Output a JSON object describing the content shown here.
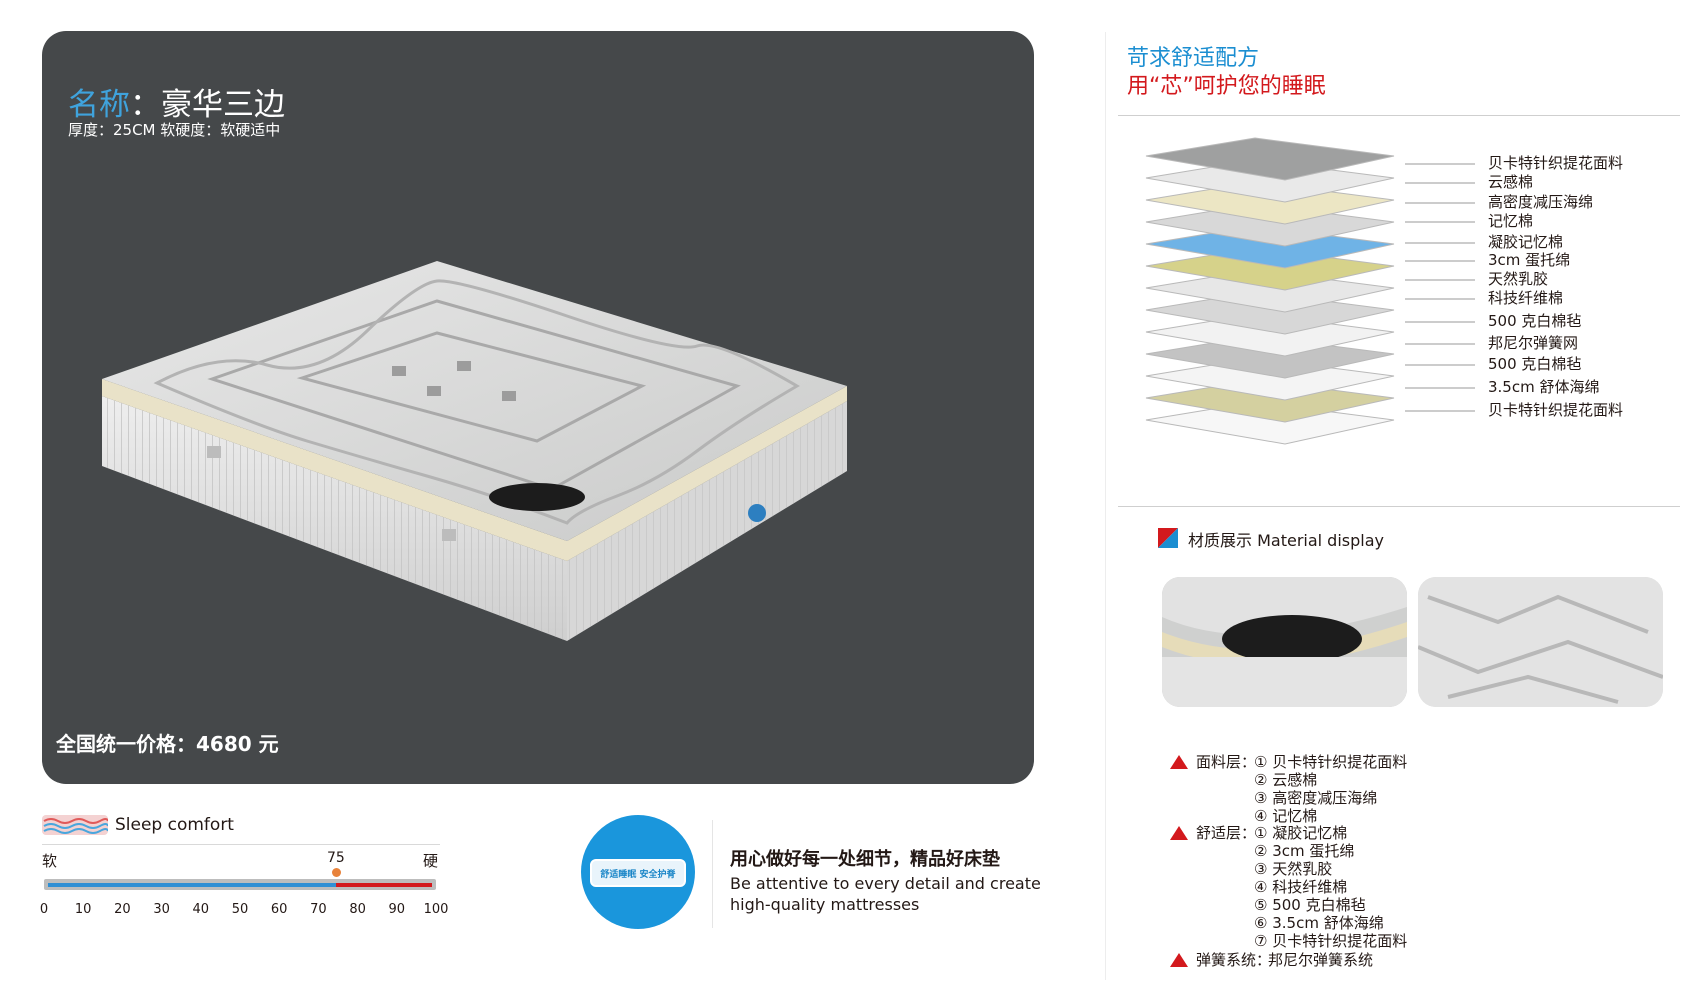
{
  "product": {
    "name_key": "名称",
    "name_sep": "：",
    "name_value": "豪华三边",
    "thickness_line": "厚度：25CM    软硬度：软硬适中",
    "price_line": "全国统一价格：4680 元"
  },
  "comfort": {
    "label": "Sleep comfort",
    "soft": "软",
    "hard": "硬",
    "score": 75,
    "score_label": "75",
    "scale_min": 0,
    "scale_max": 100,
    "ticks": [
      "0",
      "10",
      "20",
      "30",
      "40",
      "50",
      "60",
      "70",
      "80",
      "90",
      "100"
    ]
  },
  "badge": {
    "text": "舒适睡眠 安全护脊"
  },
  "slogan": {
    "cn": "用心做好每一处细节，精品好床垫",
    "en_line1": "Be attentive to every detail and create",
    "en_line2": "high-quality mattresses"
  },
  "formula": {
    "title_line1": "苛求舒适配方",
    "title_line2": "用“芯”呵护您的睡眠"
  },
  "layers": [
    "贝卡特针织提花面料",
    "云感棉",
    "高密度减压海绵",
    "记忆棉",
    "凝胶记忆棉",
    "3cm 蛋托绵",
    "天然乳胶",
    "科技纤维棉",
    "500 克白棉毡",
    "邦尼尔弹簧网",
    "500 克白棉毡",
    "3.5cm 舒体海绵",
    "贝卡特针织提花面料"
  ],
  "material_display": {
    "title": "材质展示 Material display"
  },
  "specs": {
    "surface": {
      "label": "面料层：",
      "items": [
        "① 贝卡特针织提花面料",
        "② 云感棉",
        "③ 高密度减压海绵",
        "④ 记忆棉"
      ]
    },
    "comfort_layer": {
      "label": "舒适层：",
      "items": [
        "① 凝胶记忆棉",
        "② 3cm 蛋托绵",
        "③ 天然乳胶",
        "④ 科技纤维棉",
        "⑤ 500 克白棉毡",
        "⑥ 3.5cm 舒体海绵",
        "⑦ 贝卡特针织提花面料"
      ]
    },
    "spring": {
      "label": "弹簧系统：",
      "value": "邦尼尔弹簧系统"
    }
  },
  "colors": {
    "hero_bg": "#45484a",
    "accent_blue": "#1b8ed1",
    "accent_red": "#d3191d",
    "badge_blue": "#1a96dc"
  }
}
